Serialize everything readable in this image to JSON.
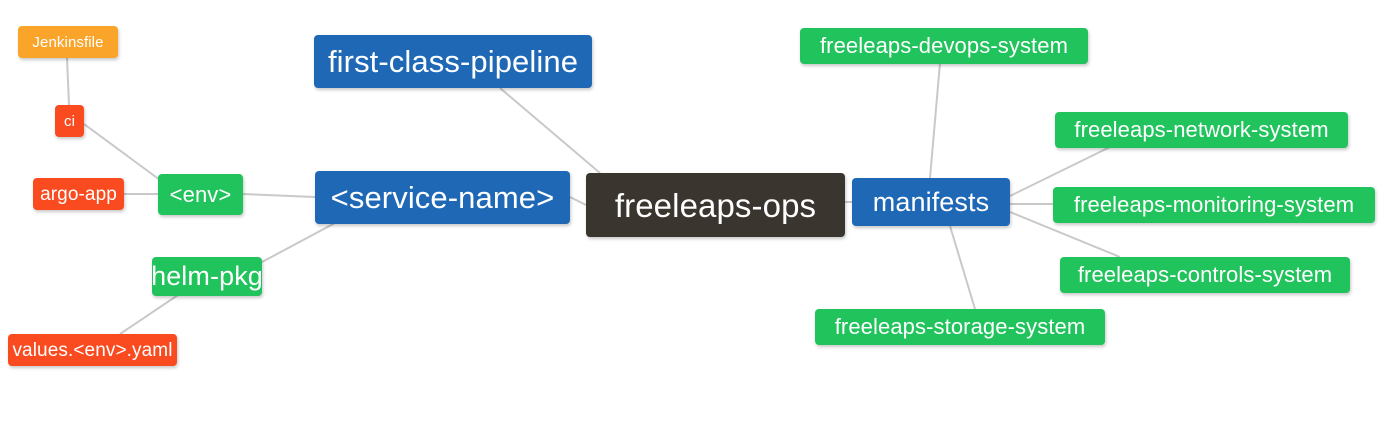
{
  "diagram": {
    "type": "mind-map",
    "title": "freeleaps-ops",
    "background": "#ffffff",
    "edge_color": "#c9c9c9",
    "palette": {
      "root": "#3b352f",
      "blue": "#1f68b5",
      "green": "#21c35c",
      "orange": "#faa52a",
      "red": "#fa4a1f"
    }
  },
  "nodes": [
    {
      "id": "root",
      "label": "freeleaps-ops",
      "color": "#3b352f"
    },
    {
      "id": "service",
      "label": "<service-name>",
      "color": "#1f68b5"
    },
    {
      "id": "pipeline",
      "label": "first-class-pipeline",
      "color": "#1f68b5"
    },
    {
      "id": "manifests",
      "label": "manifests",
      "color": "#1f68b5"
    },
    {
      "id": "env",
      "label": "<env>",
      "color": "#21c35c"
    },
    {
      "id": "helm",
      "label": "helm-pkg",
      "color": "#21c35c"
    },
    {
      "id": "jenkins",
      "label": "Jenkinsfile",
      "color": "#faa52a"
    },
    {
      "id": "ci",
      "label": "ci",
      "color": "#fa4a1f"
    },
    {
      "id": "argo",
      "label": "argo-app",
      "color": "#fa4a1f"
    },
    {
      "id": "values",
      "label": "values.<env>.yaml",
      "color": "#fa4a1f"
    },
    {
      "id": "devops",
      "label": "freeleaps-devops-system",
      "color": "#21c35c"
    },
    {
      "id": "network",
      "label": "freeleaps-network-system",
      "color": "#21c35c"
    },
    {
      "id": "monitoring",
      "label": "freeleaps-monitoring-system",
      "color": "#21c35c"
    },
    {
      "id": "controls",
      "label": "freeleaps-controls-system",
      "color": "#21c35c"
    },
    {
      "id": "storage",
      "label": "freeleaps-storage-system",
      "color": "#21c35c"
    }
  ],
  "edges": [
    {
      "from": "root",
      "to": "service"
    },
    {
      "from": "root",
      "to": "pipeline"
    },
    {
      "from": "root",
      "to": "manifests"
    },
    {
      "from": "service",
      "to": "env"
    },
    {
      "from": "service",
      "to": "helm"
    },
    {
      "from": "env",
      "to": "ci"
    },
    {
      "from": "env",
      "to": "argo"
    },
    {
      "from": "ci",
      "to": "jenkins"
    },
    {
      "from": "helm",
      "to": "values"
    },
    {
      "from": "manifests",
      "to": "devops"
    },
    {
      "from": "manifests",
      "to": "network"
    },
    {
      "from": "manifests",
      "to": "monitoring"
    },
    {
      "from": "manifests",
      "to": "controls"
    },
    {
      "from": "manifests",
      "to": "storage"
    }
  ]
}
